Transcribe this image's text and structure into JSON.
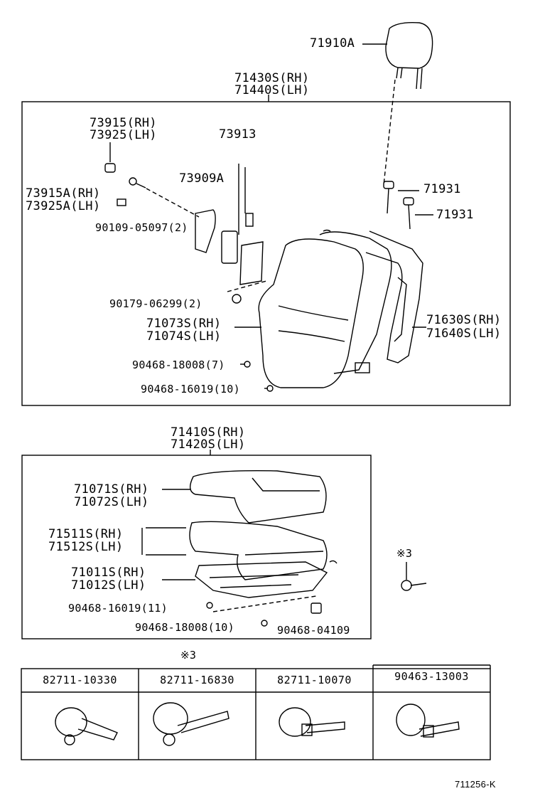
{
  "headrest": {
    "part": "71910A"
  },
  "back": {
    "assy_rh": "71430S(RH)",
    "assy_lh": "71440S(LH)",
    "cover_rh": "73915(RH)",
    "cover_lh": "73925(LH)",
    "anchor": "73913",
    "cap_rh": "73915A(RH)",
    "cap_lh": "73925A(LH)",
    "bracket": "73909A",
    "screw": "90109-05097(2)",
    "nut": "90179-06299(2)",
    "pad_rh": "71073S(RH)",
    "pad_lh": "71074S(LH)",
    "hog1": "90468-18008(7)",
    "hog2": "90468-16019(10)",
    "support1": "71931",
    "support2": "71931",
    "frame_rh": "71630S(RH)",
    "frame_lh": "71640S(LH)"
  },
  "cushion": {
    "assy_rh": "71410S(RH)",
    "assy_lh": "71420S(LH)",
    "cover_rh": "71071S(RH)",
    "cover_lh": "71072S(LH)",
    "pad_rh": "71511S(RH)",
    "pad_lh": "71512S(LH)",
    "frame_rh": "71011S(RH)",
    "frame_lh": "71012S(LH)",
    "hog1": "90468-16019(11)",
    "hog2": "90468-18008(10)",
    "clip": "90468-04109"
  },
  "note_mark": "※3",
  "note_mark2": "※3",
  "clamps": [
    "82711-10330",
    "82711-16830",
    "82711-10070",
    "90463-13003"
  ],
  "figure_code": "711256-K"
}
